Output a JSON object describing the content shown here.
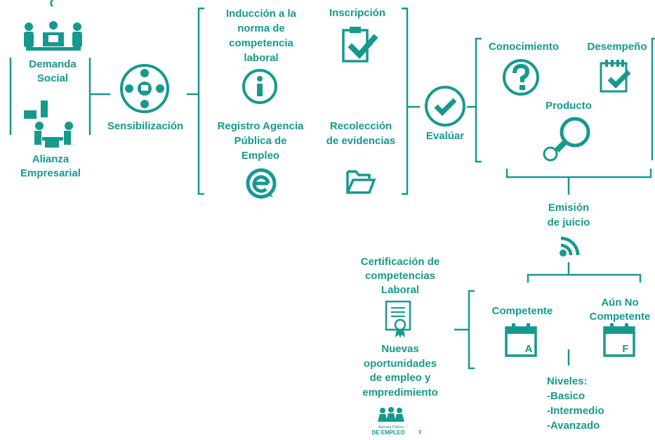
{
  "colors": {
    "primary": "#16998f",
    "background": "#ffffff"
  },
  "stage1": {
    "demanda": "Demanda\nSocial",
    "alianza": "Alianza\nEmpresarial"
  },
  "stage2": {
    "sensibilizacion": "Sensibilización"
  },
  "stage3": {
    "induccion": "Inducción a la\nnorma de\ncompetencia\nlaboral",
    "inscripcion": "Inscripción",
    "registro": "Registro Agencia\nPública de\nEmpleo",
    "recoleccion": "Recolección\nde evidencias"
  },
  "stage4": {
    "evaluar": "Evalúar"
  },
  "stage5": {
    "conocimiento": "Conocimiento",
    "desempeno": "Desempeño",
    "producto": "Producto"
  },
  "stage6": {
    "emision": "Emisión\nde juicio"
  },
  "stage7": {
    "competente": "Competente",
    "aun_no": "Aún No\nCompetente"
  },
  "niveles": "Niveles:\n-Basico\n-Intermedio\n-Avanzado",
  "certificacion": "Certificación de\ncompetencias\nLaboral",
  "nuevas": "Nuevas\noportunidades\nde empleo y\nempredimiento",
  "calendar_letters": {
    "competente": "A",
    "aun_no": "F"
  },
  "logo": {
    "line1": "Agencia Pública",
    "line2": "DE EMPLEO"
  },
  "icons": [
    "people-meeting-icon",
    "business-alliance-icon",
    "network-icon",
    "info-icon",
    "clipboard-check-icon",
    "check-circle-icon",
    "question-icon",
    "calendar-check-icon",
    "magnifier-icon",
    "registro-e-icon",
    "folder-icon",
    "broadcast-icon",
    "certificate-icon",
    "calendar-a-icon",
    "calendar-f-icon",
    "agency-logo"
  ]
}
